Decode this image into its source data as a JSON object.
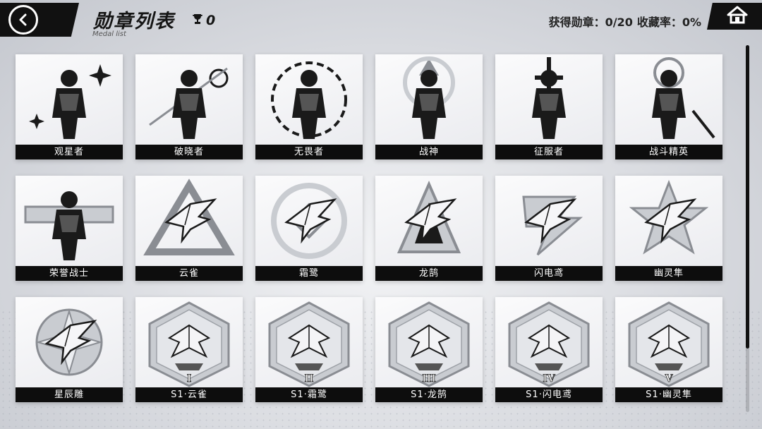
{
  "header": {
    "title": "勋章列表",
    "subtitle": "Medal list",
    "trophy_count": "0",
    "obtained_label": "获得勋章：0/20",
    "collection_label": "收藏率：0%"
  },
  "icons": {
    "back": "back-arrow-icon",
    "home": "home-icon",
    "trophy": "trophy-icon"
  },
  "medals": [
    {
      "name": "观星者",
      "kind": "figure-star"
    },
    {
      "name": "破晓者",
      "kind": "figure-sun"
    },
    {
      "name": "无畏者",
      "kind": "figure-wreath"
    },
    {
      "name": "战神",
      "kind": "figure-knight"
    },
    {
      "name": "征服者",
      "kind": "figure-sword"
    },
    {
      "name": "战斗精英",
      "kind": "figure-elite"
    },
    {
      "name": "荣誉战士",
      "kind": "figure-cross"
    },
    {
      "name": "云雀",
      "kind": "bird-triangle"
    },
    {
      "name": "霜鹭",
      "kind": "bird-circle"
    },
    {
      "name": "龙鹄",
      "kind": "bird-wings"
    },
    {
      "name": "闪电鸢",
      "kind": "bird-lightning"
    },
    {
      "name": "幽灵隼",
      "kind": "bird-star"
    },
    {
      "name": "星辰雕",
      "kind": "bird-flower"
    },
    {
      "name": "S1·云雀",
      "kind": "hex",
      "rank": "I"
    },
    {
      "name": "S1·霜鹭",
      "kind": "hex",
      "rank": "II"
    },
    {
      "name": "S1·龙鹄",
      "kind": "hex",
      "rank": "III"
    },
    {
      "name": "S1·闪电鸢",
      "kind": "hex",
      "rank": "IV"
    },
    {
      "name": "S1·幽灵隼",
      "kind": "hex",
      "rank": "V"
    }
  ],
  "colors": {
    "dark": "#111111",
    "light": "#ffffff"
  }
}
